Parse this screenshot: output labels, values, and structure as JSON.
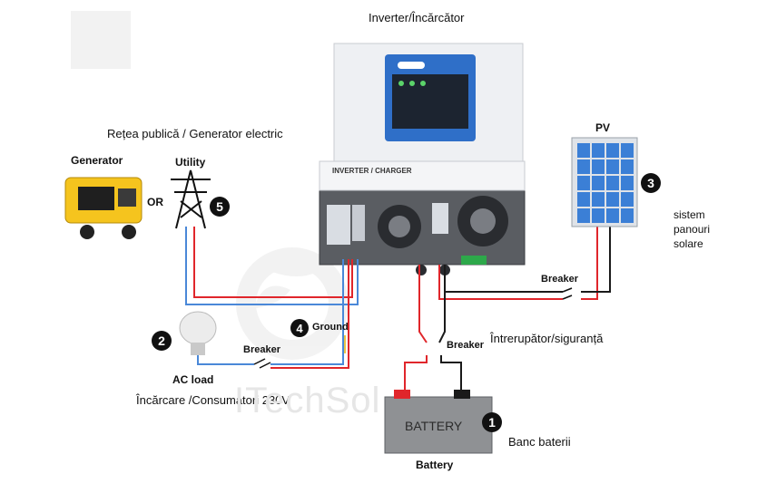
{
  "labels": {
    "inverter_title": "Inverter/Încărcător",
    "grid_caption": "Rețea publică / Generator electric",
    "generator": "Generator",
    "or": "OR",
    "utility": "Utility",
    "pv": "PV",
    "pv_caption_1": "sistem",
    "pv_caption_2": "panouri",
    "pv_caption_3": "solare",
    "breaker": "Breaker",
    "ground": "Ground",
    "ac_load": "AC load",
    "load_caption": "Încărcare /Consumatori 230V",
    "switch_caption": "Întrerupător/siguranță",
    "battery_face": "BATTERY",
    "battery": "Battery",
    "battery_caption": "Banc baterii",
    "inverter_face": "INVERTER / CHARGER",
    "watermark": "ITechSol"
  },
  "markers": [
    "1",
    "2",
    "3",
    "4",
    "5"
  ],
  "colors": {
    "dc_positive": "#e0262b",
    "dc_negative": "#1a1a1a",
    "ac_line": "#4a88d8",
    "ground": "#e8c648",
    "inverter_panel": "#2f6fc8",
    "generator_body": "#f5c41e",
    "solar_cell": "#3b7fd6"
  }
}
